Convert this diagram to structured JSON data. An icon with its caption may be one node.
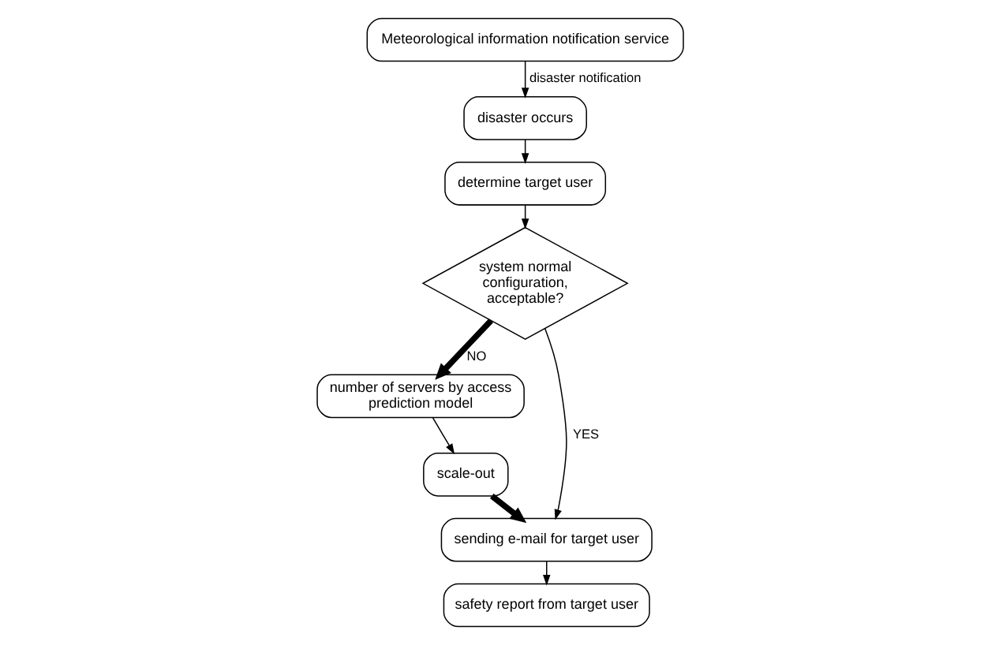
{
  "diagram": {
    "nodes": [
      {
        "text": [
          "Meteorological information notification service"
        ]
      },
      {
        "text": [
          "disaster occurs"
        ]
      },
      {
        "text": [
          "determine target user"
        ]
      },
      {
        "text": [
          "system normal configuration, acceptable?"
        ]
      },
      {
        "text": [
          "number of servers by access prediction model"
        ]
      },
      {
        "text": [
          "scale-out"
        ]
      },
      {
        "text": [
          "sending e-mail for target user"
        ]
      },
      {
        "text": [
          "safety report from target user"
        ]
      }
    ],
    "edges": [
      {
        "from": 0,
        "to": 1,
        "arrow": "to",
        "label": "disaster notification"
      },
      {
        "from": 1,
        "to": 2,
        "arrow": "to"
      },
      {
        "from": 2,
        "to": 3,
        "arrow": "to"
      },
      {
        "from": 3,
        "to": 4,
        "arrow": "to",
        "label": "NO",
        "style": "thick"
      },
      {
        "from": 4,
        "to": 5,
        "arrow": "to"
      },
      {
        "from": 5,
        "to": 6,
        "arrow": "to",
        "style": "thick"
      },
      {
        "from": 3,
        "to": 6,
        "arrow": "to",
        "label": "YES"
      },
      {
        "from": 6,
        "to": 7,
        "arrow": "to"
      }
    ]
  }
}
